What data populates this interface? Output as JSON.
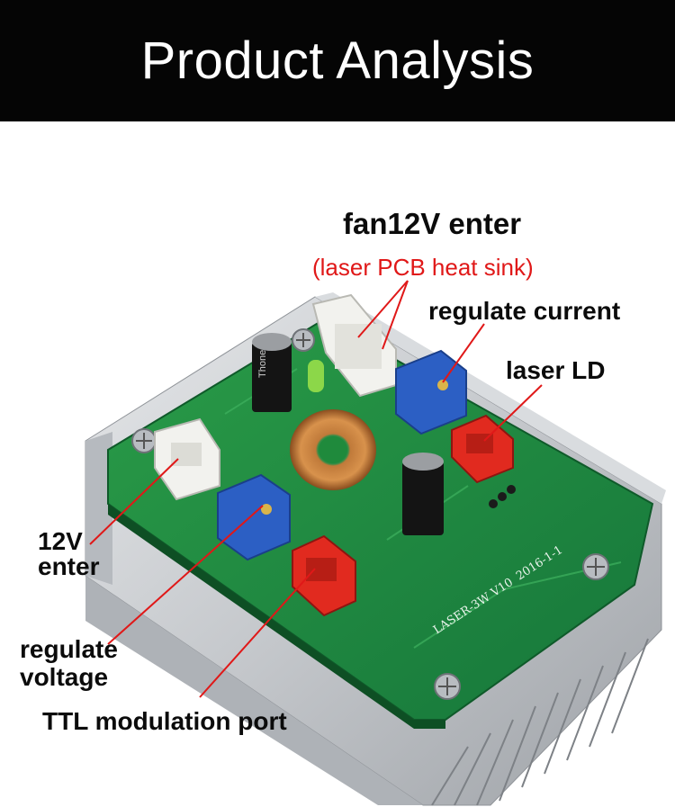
{
  "banner": {
    "title": "Product Analysis"
  },
  "labels": {
    "fan_enter": "fan12V enter",
    "heat_sink": "(laser PCB heat sink)",
    "regulate_current": "regulate current",
    "laser_ld": "laser LD",
    "input_12v_line1": "12V",
    "input_12v_line2": "enter",
    "regulate_voltage_line1": "regulate",
    "regulate_voltage_line2": "voltage",
    "ttl_port": "TTL modulation port"
  },
  "board": {
    "silkscreen_model": "LASER-3W V10",
    "silkscreen_date": "2016-1-1",
    "capacitor_brand": "Thone"
  },
  "colors": {
    "banner": "#050505",
    "pcb_green": "#1f8a3c",
    "heatsink": "#c9ccd0",
    "pointer_line": "#e01818",
    "connector_red": "#e12a1f",
    "trimpot_blue": "#2c5fc4"
  }
}
